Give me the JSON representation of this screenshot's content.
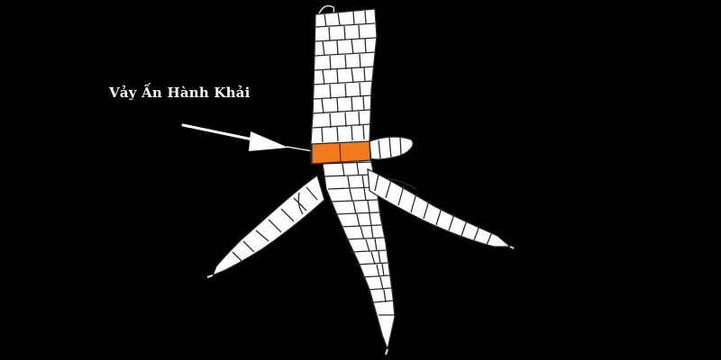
{
  "annotation": {
    "label": "Vảy Ấn Hành Khải"
  },
  "colors": {
    "background": "#000000",
    "foot_fill": "#ffffff",
    "foot_outline": "#2a2a2a",
    "highlight_scale": "#f07a1c",
    "arrow": "#ffffff"
  },
  "illustration": {
    "subject": "chicken-foot-line-drawing",
    "highlighted_part": "scale-band-on-shank"
  }
}
